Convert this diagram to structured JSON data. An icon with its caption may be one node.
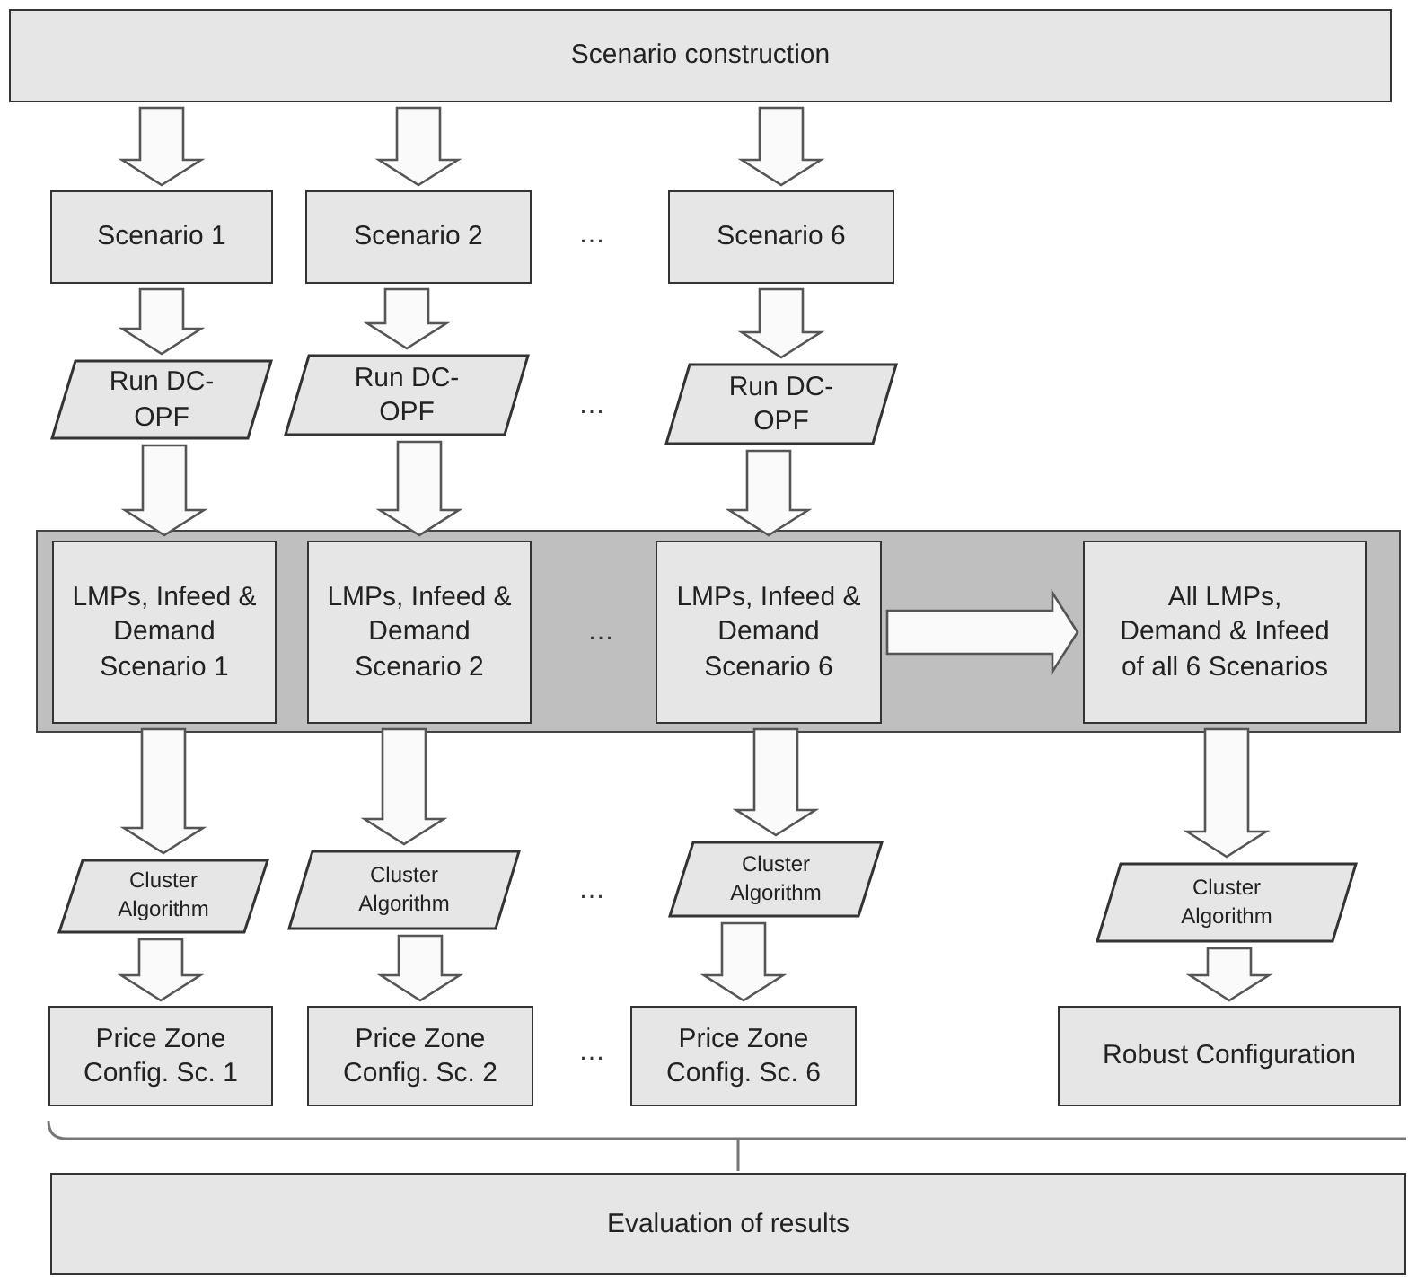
{
  "diagram": {
    "nodes": [
      {
        "text": [
          "Scenario construction"
        ]
      },
      {
        "text": [
          "Scenario 1"
        ]
      },
      {
        "text": [
          "Scenario 2"
        ]
      },
      {
        "text": [
          "Scenario 6"
        ]
      },
      {
        "text": [
          "Run DC-OPF"
        ]
      },
      {
        "text": [
          "Run DC-OPF"
        ]
      },
      {
        "text": [
          "Run DC-OPF"
        ]
      },
      {
        "text": [],
        "shape": "box"
      },
      {
        "text": [
          "LMPs, Infeed & Demand Scenario 1"
        ],
        "in": 7
      },
      {
        "text": [
          "LMPs, Infeed & Demand Scenario 2"
        ],
        "in": 7
      },
      {
        "text": [
          "LMPs, Infeed & Demand Scenario 6"
        ],
        "in": 7
      },
      {
        "text": [
          "All LMPs, Demand & Infeed of all 6 Scenarios"
        ],
        "in": 7
      },
      {
        "text": [
          "Cluster Algorithm"
        ]
      },
      {
        "text": [
          "Cluster Algorithm"
        ]
      },
      {
        "text": [
          "Cluster Algorithm"
        ]
      },
      {
        "text": [
          "Cluster Algorithm"
        ]
      },
      {
        "text": [
          "Price Zone Config. Sc. 1"
        ]
      },
      {
        "text": [
          "Price Zone Config. Sc. 2"
        ]
      },
      {
        "text": [
          "Price Zone Config. Sc. 6"
        ]
      },
      {
        "text": [
          "Robust Configuration"
        ]
      },
      {
        "text": [
          "Evaluation of results"
        ]
      }
    ],
    "edges": [
      {
        "from": 0,
        "to": 1,
        "arrow": "to"
      },
      {
        "from": 0,
        "to": 2,
        "arrow": "to"
      },
      {
        "from": 0,
        "to": 3,
        "arrow": "to"
      },
      {
        "from": 1,
        "to": 4,
        "arrow": "to"
      },
      {
        "from": 2,
        "to": 5,
        "arrow": "to"
      },
      {
        "from": 3,
        "to": 6,
        "arrow": "to"
      },
      {
        "from": 4,
        "to": 8,
        "arrow": "to"
      },
      {
        "from": 5,
        "to": 9,
        "arrow": "to"
      },
      {
        "from": 6,
        "to": 10,
        "arrow": "to"
      },
      {
        "from": 10,
        "to": 11,
        "arrow": "to"
      },
      {
        "from": 8,
        "to": 12,
        "arrow": "to"
      },
      {
        "from": 9,
        "to": 13,
        "arrow": "to"
      },
      {
        "from": 10,
        "to": 14,
        "arrow": "to"
      },
      {
        "from": 11,
        "to": 15,
        "arrow": "to"
      },
      {
        "from": 12,
        "to": 16,
        "arrow": "to"
      },
      {
        "from": 13,
        "to": 17,
        "arrow": "to"
      },
      {
        "from": 14,
        "to": 18,
        "arrow": "to"
      },
      {
        "from": 15,
        "to": 19,
        "arrow": "to"
      }
    ],
    "labels": [
      "…",
      "…",
      "…",
      "…",
      "…"
    ]
  }
}
